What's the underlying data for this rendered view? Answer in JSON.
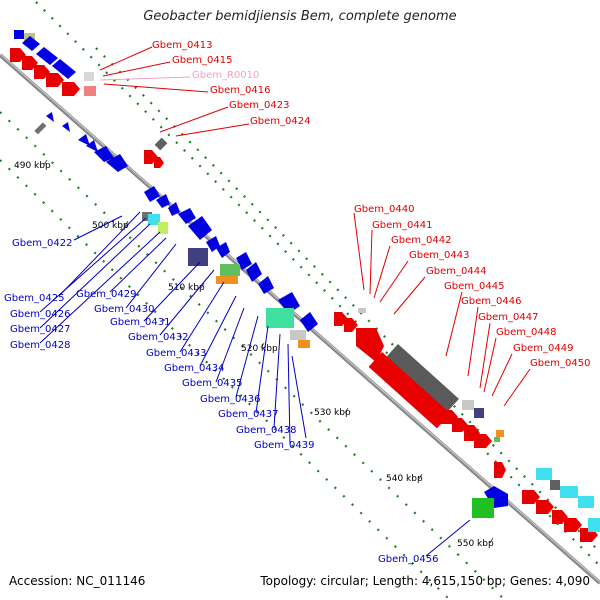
{
  "title": "Geobacter bemidjiensis Bem, complete genome",
  "footer": {
    "accession": "Accession: NC_011146",
    "topology": "Topology: circular; Length: 4,615,150 bp; Genes: 4,090"
  },
  "scale_labels": [
    "490 kbp",
    "500 kbp",
    "510 kbp",
    "520 kbp",
    "530 kbp",
    "540 kbp",
    "550 kbp"
  ],
  "gene_labels_top": [
    {
      "name": "Gbem_0413",
      "color": "#e00000"
    },
    {
      "name": "Gbem_0415",
      "color": "#e00000"
    },
    {
      "name": "Gbem_R0010",
      "color": "#f0a0c8"
    },
    {
      "name": "Gbem_0416",
      "color": "#e00000"
    },
    {
      "name": "Gbem_0423",
      "color": "#e00000"
    },
    {
      "name": "Gbem_0424",
      "color": "#e00000"
    },
    {
      "name": "Gbem_0440",
      "color": "#e00000"
    },
    {
      "name": "Gbem_0441",
      "color": "#e00000"
    },
    {
      "name": "Gbem_0442",
      "color": "#e00000"
    },
    {
      "name": "Gbem_0443",
      "color": "#e00000"
    },
    {
      "name": "Gbem_0444",
      "color": "#e00000"
    },
    {
      "name": "Gbem_0445",
      "color": "#e00000"
    },
    {
      "name": "Gbem_0446",
      "color": "#e00000"
    },
    {
      "name": "Gbem_0447",
      "color": "#e00000"
    },
    {
      "name": "Gbem_0448",
      "color": "#e00000"
    },
    {
      "name": "Gbem_0449",
      "color": "#e00000"
    },
    {
      "name": "Gbem_0450",
      "color": "#e00000"
    }
  ],
  "gene_labels_bottom": [
    {
      "name": "Gbem_0422",
      "color": "#0000c0"
    },
    {
      "name": "Gbem_0425",
      "color": "#0000c0"
    },
    {
      "name": "Gbem_0426",
      "color": "#0000c0"
    },
    {
      "name": "Gbem_0427",
      "color": "#0000c0"
    },
    {
      "name": "Gbem_0428",
      "color": "#0000c0"
    },
    {
      "name": "Gbem_0429",
      "color": "#0000c0"
    },
    {
      "name": "Gbem_0430",
      "color": "#0000c0"
    },
    {
      "name": "Gbem_0431",
      "color": "#0000c0"
    },
    {
      "name": "Gbem_0432",
      "color": "#0000c0"
    },
    {
      "name": "Gbem_0433",
      "color": "#0000c0"
    },
    {
      "name": "Gbem_0434",
      "color": "#0000c0"
    },
    {
      "name": "Gbem_0435",
      "color": "#0000c0"
    },
    {
      "name": "Gbem_0436",
      "color": "#0000c0"
    },
    {
      "name": "Gbem_0437",
      "color": "#0000c0"
    },
    {
      "name": "Gbem_0438",
      "color": "#0000c0"
    },
    {
      "name": "Gbem_0439",
      "color": "#0000c0"
    },
    {
      "name": "Gbem_0456",
      "color": "#0000c0"
    }
  ],
  "colors": {
    "forward_gene": "#e80000",
    "reverse_gene": "#0000e0",
    "backbone": "#8a8a8a",
    "gc_marks": "#208020",
    "rna": "#f0a0c8"
  }
}
